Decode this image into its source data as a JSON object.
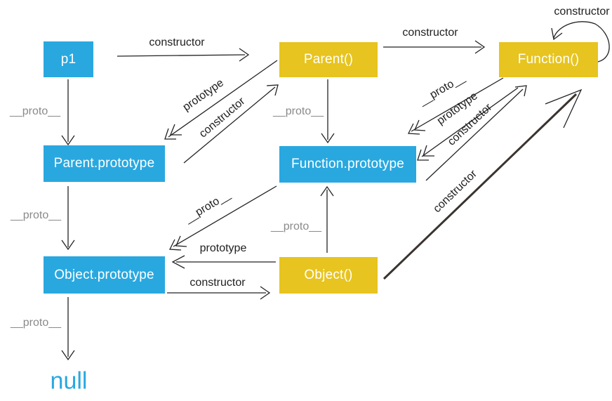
{
  "colors": {
    "background": "#ffffff",
    "instance_box": "#29a8e0",
    "constructor_box": "#e7c41f",
    "box_text": "#ffffff",
    "proto_label_gray": "#8a8a8a",
    "label_black": "#1f1f1f",
    "arrow_line": "#232323",
    "thick_arrow": "#3a332f",
    "null_text": "#29a8e0"
  },
  "nodes": [
    {
      "id": "p1",
      "label": "p1",
      "kind": "instance"
    },
    {
      "id": "parent-constructor",
      "label": "Parent()",
      "kind": "constructor"
    },
    {
      "id": "function-constructor",
      "label": "Function()",
      "kind": "constructor"
    },
    {
      "id": "parent-prototype",
      "label": "Parent.prototype",
      "kind": "instance"
    },
    {
      "id": "function-prototype",
      "label": "Function.prototype",
      "kind": "instance"
    },
    {
      "id": "object-prototype",
      "label": "Object.prototype",
      "kind": "instance"
    },
    {
      "id": "object-constructor",
      "label": "Object()",
      "kind": "constructor"
    },
    {
      "id": "null",
      "label": "null",
      "kind": "terminal"
    }
  ],
  "edges": [
    {
      "from": "p1",
      "to": "parent-constructor",
      "label": "constructor"
    },
    {
      "from": "p1",
      "to": "parent-prototype",
      "label": "__proto__"
    },
    {
      "from": "parent-constructor",
      "to": "parent-prototype",
      "label": "prototype"
    },
    {
      "from": "parent-prototype",
      "to": "parent-constructor",
      "label": "constructor"
    },
    {
      "from": "parent-constructor",
      "to": "function-constructor",
      "label": "constructor"
    },
    {
      "from": "parent-constructor",
      "to": "function-prototype",
      "label": "__proto__"
    },
    {
      "from": "parent-prototype",
      "to": "object-prototype",
      "label": "__proto__"
    },
    {
      "from": "function-constructor",
      "to": "function-constructor",
      "label": "constructor"
    },
    {
      "from": "function-constructor",
      "to": "function-prototype",
      "label": "__proto__"
    },
    {
      "from": "function-constructor",
      "to": "function-prototype",
      "label": "prototype"
    },
    {
      "from": "function-prototype",
      "to": "function-constructor",
      "label": "constructor"
    },
    {
      "from": "function-prototype",
      "to": "object-prototype",
      "label": "__proto__"
    },
    {
      "from": "object-constructor",
      "to": "function-prototype",
      "label": "__proto__"
    },
    {
      "from": "object-constructor",
      "to": "object-prototype",
      "label": "prototype"
    },
    {
      "from": "object-prototype",
      "to": "object-constructor",
      "label": "constructor"
    },
    {
      "from": "object-constructor",
      "to": "function-constructor",
      "label": "constructor",
      "style": "thick"
    },
    {
      "from": "object-prototype",
      "to": "null",
      "label": "__proto__"
    }
  ]
}
